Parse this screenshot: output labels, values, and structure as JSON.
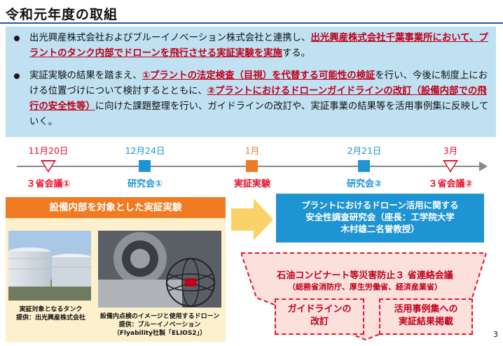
{
  "title": "令和元年度の取組",
  "summary": {
    "p1": {
      "pre": "出光興産株式会社およびブルーイノベーション株式会社と連携し、",
      "em": "出光興産株式会社千葉事業所において、プラントのタンク内部でドローンを飛行させる実証実験を実施",
      "post": "する。"
    },
    "p2": {
      "pre": "実証実験の結果を踏まえ、",
      "em1": "①プラントの法定検査（目視）を代替する可能性の検証",
      "mid": "を行い、今後に制度上における位置づけについて検討するとともに、",
      "em2": "②プラントにおけるドローンガイドラインの改訂（設備内部での飛行の安全性等）",
      "post": "に向けた課題整理を行い、ガイドラインの改訂や、実証事業の結果等を活用事例集に反映していく。"
    }
  },
  "timeline": {
    "events": [
      {
        "date": "11月20日",
        "label": "３省会議①",
        "date_color": "#e8112d",
        "label_color": "#e8112d"
      },
      {
        "date": "12月24日",
        "label": "研究会①",
        "date_color": "#1e94d2",
        "label_color": "#1e94d2"
      },
      {
        "date": "1月",
        "label": "実証実験",
        "date_color": "#f07b22",
        "label_color": "#e8112d"
      },
      {
        "date": "2月21日",
        "label": "研究会②",
        "date_color": "#1e94d2",
        "label_color": "#1e94d2"
      },
      {
        "date": "3月",
        "label": "３省会議②",
        "date_color": "#e8112d",
        "label_color": "#e8112d"
      }
    ]
  },
  "experiment": {
    "header": "設備内部を対象とした実証実験",
    "caption_left_1": "実証対象となるタンク",
    "caption_left_2": "提供：出光興産株式会社",
    "caption_right_1": "設備内点検のイメージと使用するドローン",
    "caption_right_2": "提供：ブルーイノベーション",
    "caption_right_3": "（Flyability社製「ELIOS2」）"
  },
  "study": {
    "line1": "プラントにおけるドローン活用に関する",
    "line2": "安全性調査研究会（座長：工学院大学",
    "line3": "木村雄二名誉教授）"
  },
  "council": {
    "title": "石油コンビナート等災害防止３ 省連絡会議",
    "sub": "（総務省消防庁、厚生労働省、経済産業省）"
  },
  "outputs": {
    "left_1": "ガイドラインの",
    "left_2": "改訂",
    "right_1": "活用事例集への",
    "right_2": "実証結果掲載"
  },
  "page_number": "3",
  "colors": {
    "accent_red": "#e8112d",
    "accent_blue": "#1e94d2",
    "accent_orange": "#f07b22",
    "summary_bg": "#bfe1f2"
  }
}
